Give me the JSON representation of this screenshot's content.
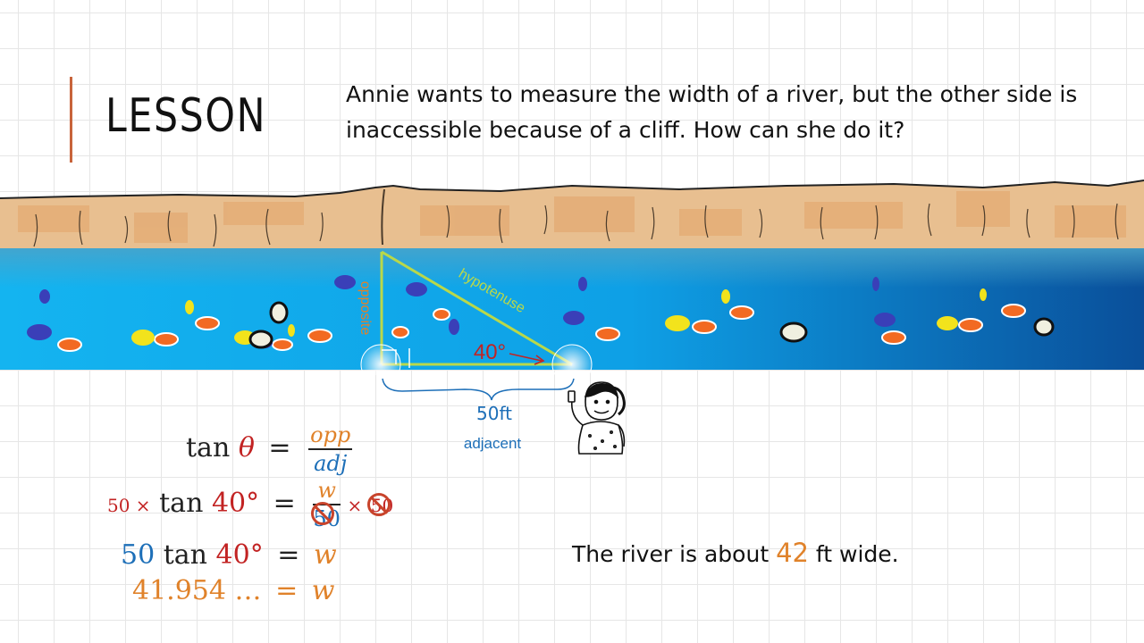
{
  "header": {
    "title": "LESSON",
    "problem_text": "Annie wants to measure the width of a river, but the other side is inaccessible because of a cliff. How can she do it?"
  },
  "diagram": {
    "opposite_label": "opposite",
    "hypotenuse_label": "hypotenuse",
    "angle_label": "40°",
    "distance_label": "50ft",
    "adjacent_label": "adjacent"
  },
  "equations": {
    "line1": {
      "lhs_func": "tan",
      "lhs_var": "θ",
      "eq": "=",
      "num": "opp",
      "den": "adj"
    },
    "line2": {
      "mult_left": "50 ×",
      "func": "tan",
      "angle": "40°",
      "eq": "=",
      "num": "w",
      "den": "50",
      "mult_right_sym": "×",
      "mult_right": "50"
    },
    "line3": {
      "coef": "50",
      "func": "tan",
      "angle": "40°",
      "eq": "=",
      "rhs": "w"
    },
    "line4": {
      "value": "41.954 …",
      "eq": "=",
      "rhs": "w"
    }
  },
  "conclusion": {
    "before": "The river is about ",
    "value": "42",
    "after": " ft wide."
  },
  "colors": {
    "orange": "#e0822a",
    "red": "#c22323",
    "blue": "#1d6fb8",
    "cliff": "#e6b98a",
    "water_light": "#12b0ee",
    "water_dark": "#0a4f9a",
    "triangle": "#b9d84a"
  }
}
